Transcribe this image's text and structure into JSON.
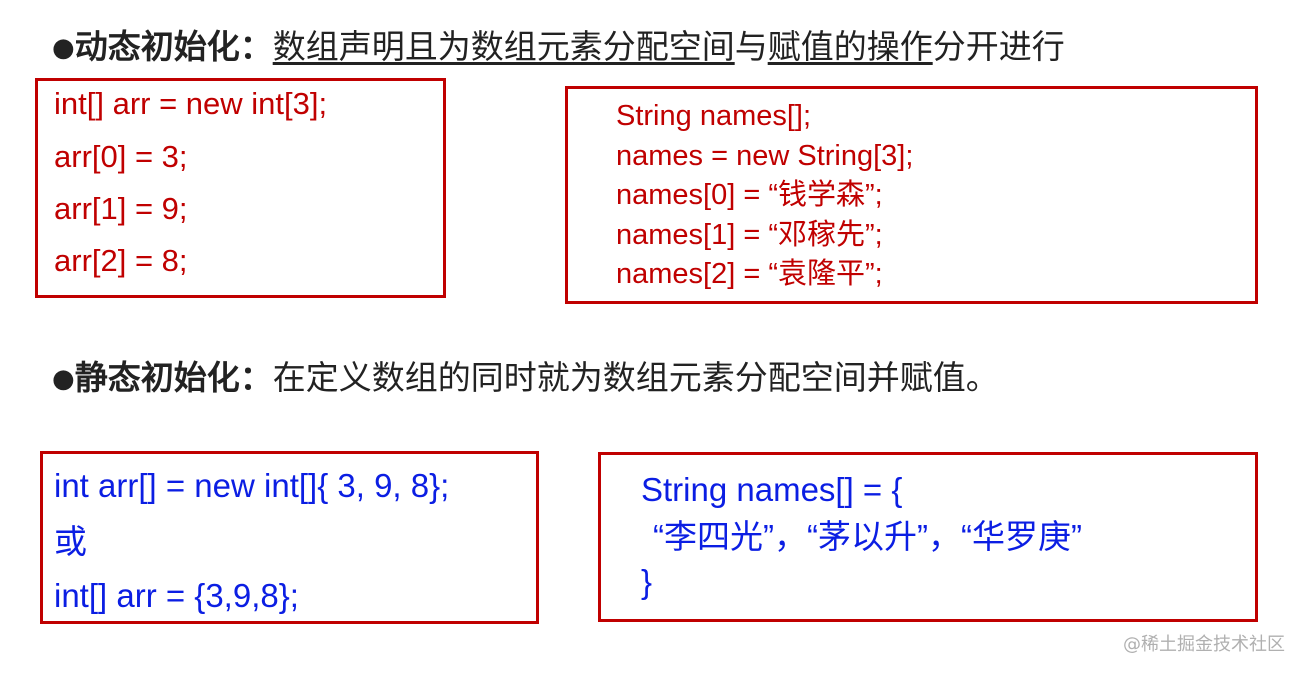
{
  "dynamic": {
    "bullet": "●",
    "label": "动态初始化：",
    "desc_u1": "数组声明且为数组元素分配空间",
    "desc_mid": "与",
    "desc_u2": "赋值的操作",
    "desc_end": "分开进行"
  },
  "static": {
    "bullet": "●",
    "label": "静态初始化：",
    "desc": "在定义数组的同时就为数组元素分配空间并赋值。"
  },
  "code_dynamic_int": [
    "int[] arr = new int[3];",
    "arr[0] = 3;",
    "arr[1] = 9;",
    "arr[2] = 8;"
  ],
  "code_dynamic_string": [
    "String names[];",
    "names = new String[3];",
    "names[0] = “钱学森”;",
    "names[1] = “邓稼先”;",
    "names[2] = “袁隆平”;"
  ],
  "code_static_int": [
    "int arr[] = new int[]{ 3, 9, 8};",
    "或",
    "int[] arr = {3,9,8};"
  ],
  "code_static_string": [
    "String names[] = {",
    "“李四光”，“茅以升”，“华罗庚”",
    "}"
  ],
  "watermark": "@稀土掘金技术社区",
  "colors": {
    "border": "#c00000",
    "code_dynamic": "#c00000",
    "code_static": "#0b1ee3"
  }
}
